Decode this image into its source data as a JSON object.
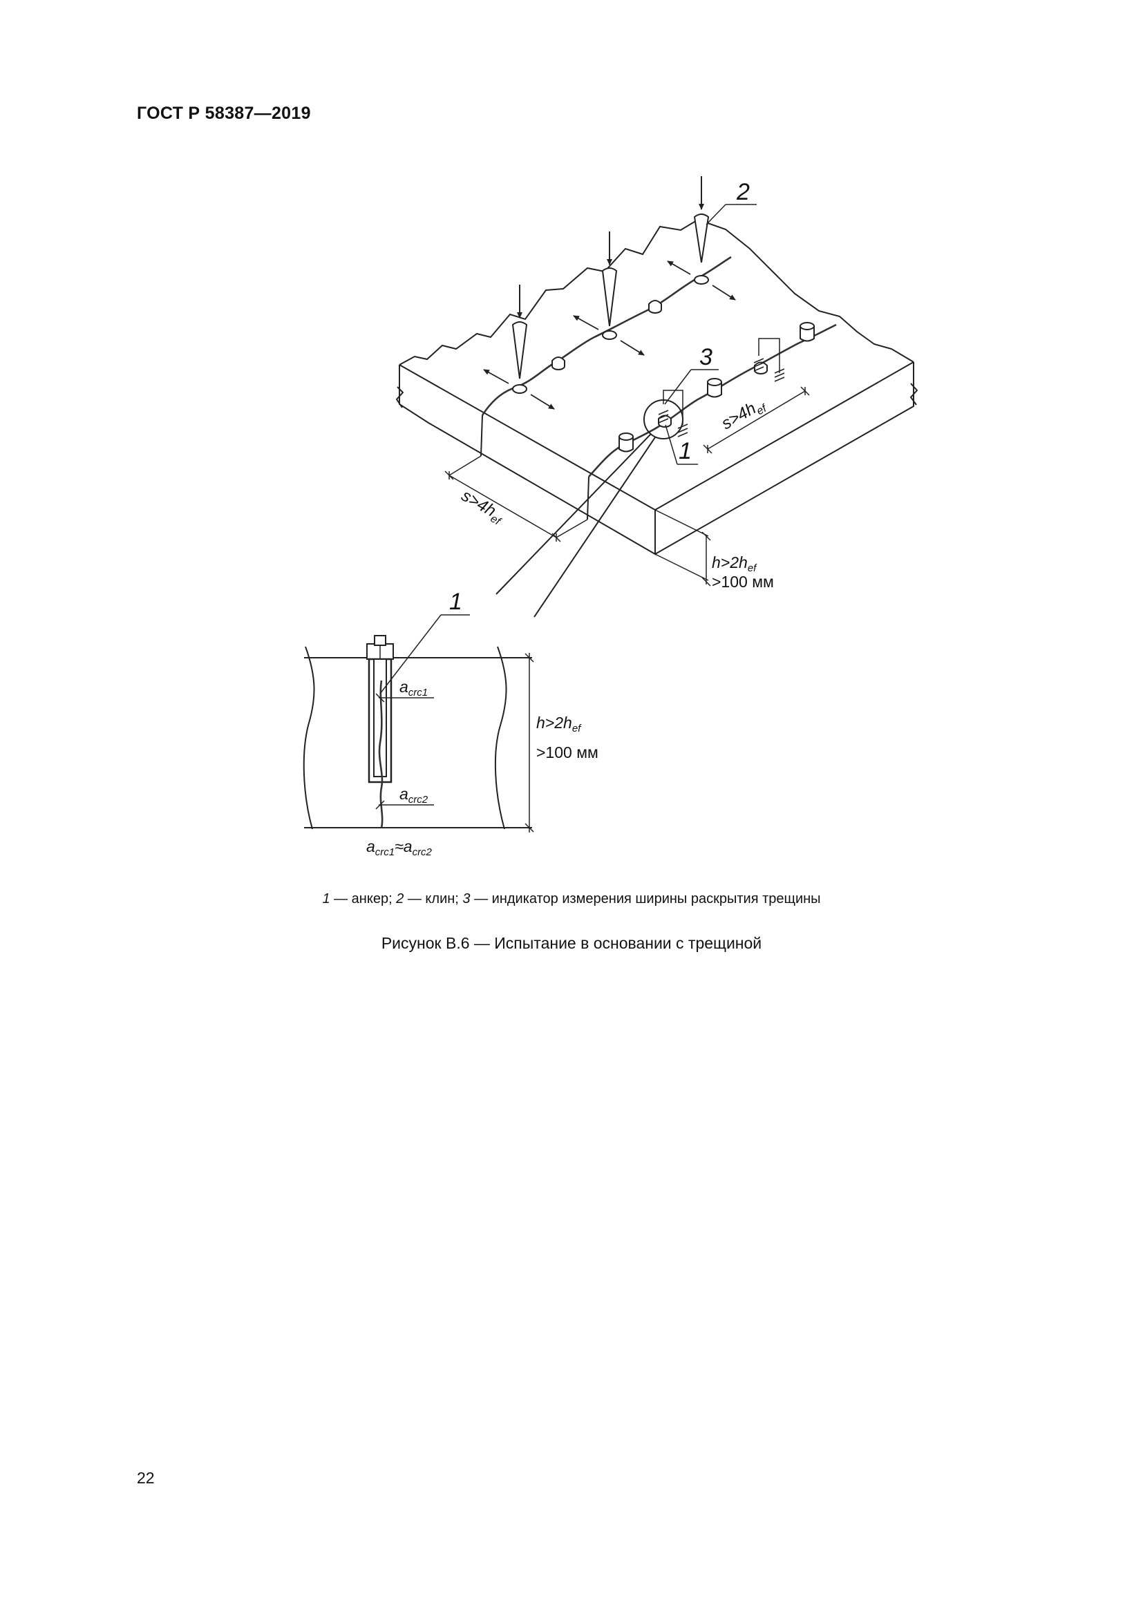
{
  "header": {
    "code": "ГОСТ Р 58387—2019"
  },
  "figure": {
    "callout_anchor": "1",
    "callout_wedge": "2",
    "callout_indicator": "3",
    "spacing_s": "s>4h",
    "spacing_sub": "ef",
    "depth_h": "h>2h",
    "depth_sub": "ef",
    "depth_min": ">100 мм",
    "detail_callout": "1",
    "crack_a": "a",
    "crack1_sub": "crc1",
    "crack2_sub": "crc2",
    "crack_eq_sub1": "crc1",
    "crack_eq_approx": "≈a",
    "crack_eq_sub2": "crc2"
  },
  "legend": {
    "n1": "1",
    "t1": " — анкер; ",
    "n2": "2",
    "t2": " — клин; ",
    "n3": "3",
    "t3": " — индикатор измерения ширины раскрытия трещины"
  },
  "caption": "Рисунок В.6 — Испытание в основании с трещиной",
  "page_number": "22"
}
